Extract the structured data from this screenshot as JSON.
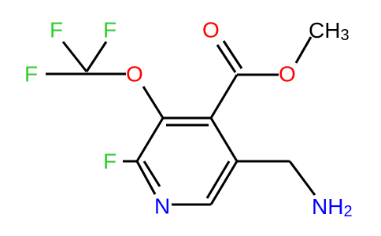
{
  "colors": {
    "bond": "#000000",
    "oxygen": "#ff0000",
    "nitrogen": "#0000ff",
    "fluorine": "#33cc33",
    "carbon": "#000000",
    "background": "#ffffff"
  },
  "atoms": {
    "f_top_left": "F",
    "f_top_right": "F",
    "f_left": "F",
    "o_ether": "O",
    "o_carbonyl": "O",
    "o_ester": "O",
    "ch3": {
      "main": "CH",
      "sub": "3"
    },
    "f_ring": "F",
    "n_ring": "N",
    "nh2": {
      "main": "NH",
      "sub": "2"
    }
  }
}
